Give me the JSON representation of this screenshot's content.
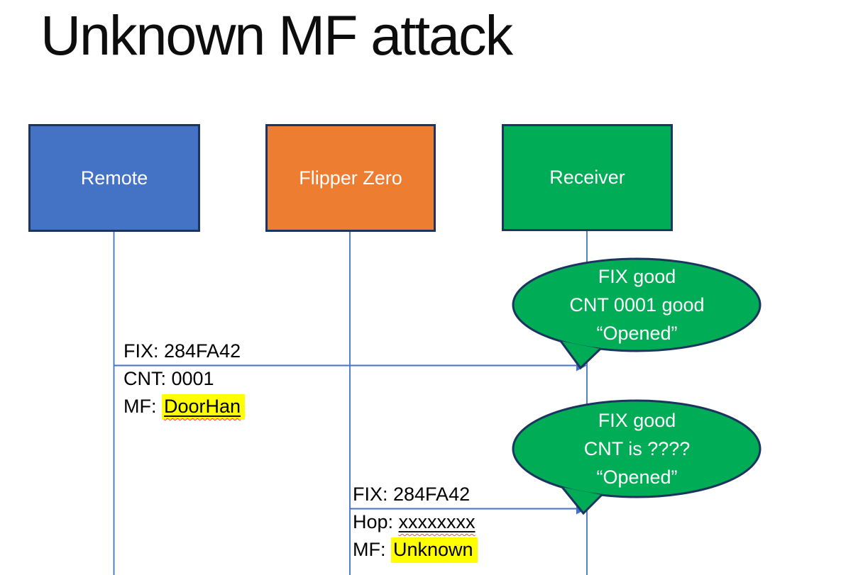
{
  "title": "Unknown MF attack",
  "actors": {
    "remote": {
      "label": "Remote",
      "fill": "#4472C4"
    },
    "flipper": {
      "label": "Flipper Zero",
      "fill": "#ED7D31"
    },
    "receiver": {
      "label": "Receiver",
      "fill": "#00AC55"
    }
  },
  "messages": {
    "remote_to_receiver": {
      "fix": "FIX: 284FA42",
      "cnt": "CNT: 0001",
      "mf_prefix": "MF: ",
      "mf_value": "DoorHan"
    },
    "flipper_to_receiver": {
      "fix": "FIX: 284FA42",
      "hop_prefix": "Hop: ",
      "hop_value": "xxxxxxxx",
      "mf_prefix": "MF: ",
      "mf_value": "Unknown"
    }
  },
  "callouts": {
    "first": {
      "line1": "FIX good",
      "line2": "CNT 0001 good",
      "line3": "“Opened”"
    },
    "second": {
      "line1": "FIX good",
      "line2": "CNT is ????",
      "line3": "“Opened”"
    }
  },
  "colors": {
    "actor_remote": "#4472C4",
    "actor_flipper": "#ED7D31",
    "actor_receiver": "#00AC55",
    "callout_fill": "#00AC55",
    "outline": "#1C355E",
    "connector": "#4472C4",
    "highlight": "#FFFF00",
    "squiggle": "#FF4B33"
  }
}
